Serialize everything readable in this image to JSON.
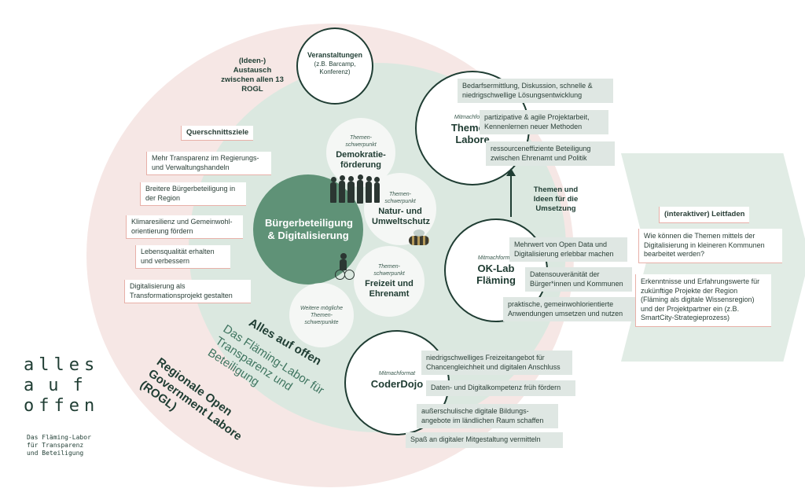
{
  "center": {
    "title": "Bürgerbeteiligung & Digitalisierung"
  },
  "topics": [
    {
      "sub": "Themen-schwerpunkt",
      "title": "Demokratie-förderung"
    },
    {
      "sub": "Themen-schwerpunkt",
      "title": "Natur- und Umweltschutz"
    },
    {
      "sub": "Themen-schwerpunkt",
      "title": "Freizeit und Ehrenamt"
    },
    {
      "sub": "Weitere mögliche Themen-schwerpunkte",
      "title": ""
    }
  ],
  "veranstaltungen": {
    "title": "Veranstaltungen",
    "detail": "(z.B. Barcamp, Konferenz)"
  },
  "austausch": {
    "text": "(Ideen-) Austausch zwischen allen 13 ROGL"
  },
  "querschnittsziele": {
    "title": "Querschnittsziele",
    "items": [
      "Mehr Transparenz im Regierungs- und Verwaltungshandeln",
      "Breitere Bürgerbeteiligung in der Region",
      "Klimaresilienz und Gemeinwohl-orientierung fördern",
      "Lebensqualität erhalten und verbessern",
      "Digitalisierung als Transformationsprojekt gestalten"
    ]
  },
  "formats": {
    "themenlabore": {
      "sub": "Mitmachformat",
      "title": "Themen-Labore",
      "items": [
        "Bedarfsermittlung, Diskussion, schnelle & niedrigschwellige Lösungsentwicklung",
        "partizipative & agile Projektarbeit, Kennenlernen neuer Methoden",
        "ressourceneffiziente Beteiligung zwischen Ehrenamt und Politik"
      ]
    },
    "oklab": {
      "sub": "Mitmachformat",
      "title": "OK-Lab Fläming",
      "items": [
        "Mehrwert von Open Data und Digitalisierung erlebbar machen",
        "Datensouveränität der Bürger*innen und Kommunen",
        "praktische, gemeinwohlorientierte Anwendungen umsetzen und nutzen"
      ]
    },
    "coderdojo": {
      "sub": "Mitmachformat",
      "title": "CoderDojo",
      "items": [
        "niedrigschwelliges Freizeitangebot für Chancengleichheit und digitalen Anschluss",
        "Daten- und Digitalkompetenz früh fördern",
        "außerschulische digitale Bildungs-angebote im ländlichen Raum schaffen",
        "Spaß an digitaler Mitgestaltung vermitteln"
      ]
    }
  },
  "arrow_label": "Themen und Ideen für die Umsetzung",
  "leitfaden": {
    "title": "(interaktiver) Leitfaden",
    "items": [
      "Wie können die Themen mittels der Digitalisierung in kleineren Kommunen bearbeitet werden?",
      "Erkenntnisse und Erfahrungswerte für zukünftige Projekte der Region (Fläming als digitale Wissensregion) und der Projektpartner ein (z.B. SmartCity-Strategieprozess)"
    ]
  },
  "ring_labels": {
    "inner_bold": "Alles auf offen",
    "inner_sub": "Das Fläming-Labor für Transparenz und Beteiligung",
    "outer": "Regionale Open Government Labore (ROGL)"
  },
  "logo": {
    "line1": "alles",
    "line2": "auf",
    "line3": "offen",
    "tagline": "Das Fläming-Labor für Transparenz und Beteiligung"
  }
}
